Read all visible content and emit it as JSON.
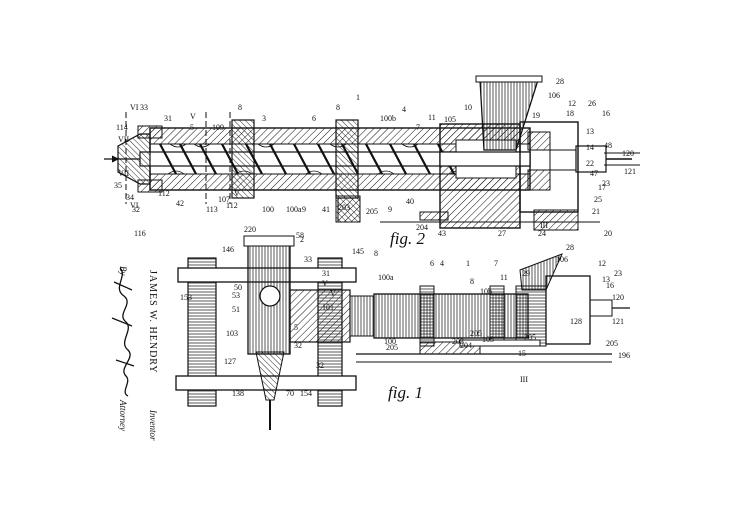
{
  "figures": {
    "fig2": {
      "caption": "fig. 2"
    },
    "fig1": {
      "caption": "fig. 1"
    }
  },
  "side_text": {
    "inventor_name": "JAMES W. HENDRY",
    "inventor_word": "Inventor",
    "by": "By",
    "attorney_word": "Attorney"
  },
  "fig2_labels": [
    "1",
    "3",
    "4",
    "5",
    "6",
    "7",
    "8",
    "8",
    "9",
    "9",
    "10",
    "11",
    "12",
    "13",
    "14",
    "16",
    "17",
    "18",
    "19",
    "20",
    "21",
    "22",
    "23",
    "24",
    "25",
    "26",
    "27",
    "28",
    "31",
    "32",
    "33",
    "34",
    "35",
    "40",
    "41",
    "42",
    "43",
    "47",
    "48",
    "100",
    "100a",
    "100b",
    "105",
    "106",
    "107",
    "109",
    "112",
    "112",
    "113",
    "114",
    "116",
    "120",
    "121",
    "203",
    "204",
    "205",
    "V",
    "V",
    "VI",
    "VI",
    "VII",
    "VII",
    "III"
  ],
  "fig1_labels": [
    "1",
    "2",
    "4",
    "5",
    "6",
    "7",
    "8",
    "8",
    "10b",
    "11",
    "12",
    "13",
    "15",
    "16",
    "23",
    "28",
    "29",
    "31",
    "32",
    "32",
    "33",
    "50",
    "51",
    "53",
    "58",
    "70",
    "100",
    "100a",
    "101",
    "103",
    "105",
    "106",
    "120",
    "121",
    "127",
    "128",
    "138",
    "145",
    "146",
    "153",
    "154",
    "196",
    "203",
    "204",
    "205",
    "205",
    "205",
    "205",
    "220",
    "III",
    "V",
    "V"
  ],
  "colors": {
    "ink": "#111111",
    "paper": "#ffffff"
  }
}
